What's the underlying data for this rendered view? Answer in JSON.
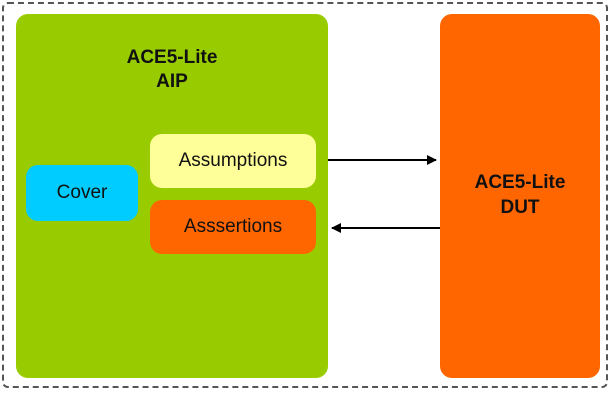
{
  "aip": {
    "title_line1": "ACE5-Lite",
    "title_line2": "AIP",
    "color": "#99cc00"
  },
  "dut": {
    "title_line1": "ACE5-Lite",
    "title_line2": "DUT",
    "color": "#ff6600"
  },
  "cover": {
    "label": "Cover",
    "color": "#00ccff"
  },
  "assumptions": {
    "label": "Assumptions",
    "color": "#ffff99"
  },
  "assertions": {
    "label": "Asssertions",
    "color": "#ff6600"
  },
  "connections": [
    {
      "from": "assumptions",
      "to": "dut",
      "direction": "right"
    },
    {
      "from": "dut",
      "to": "assertions",
      "direction": "left"
    }
  ]
}
